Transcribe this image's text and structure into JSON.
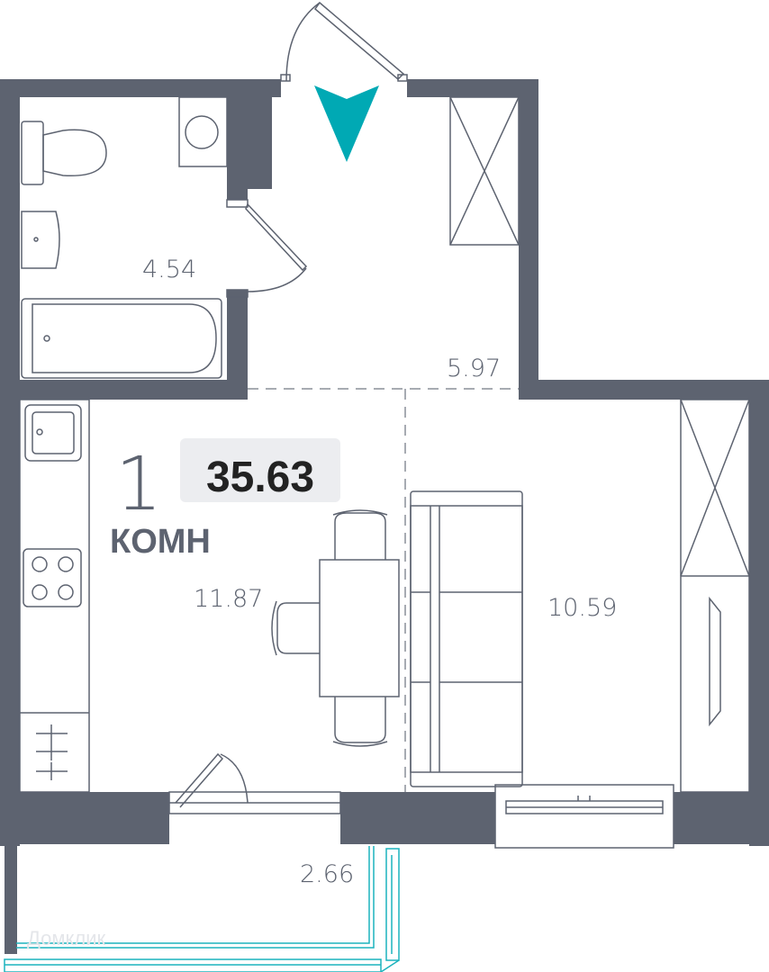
{
  "plan": {
    "rooms_count": "1",
    "rooms_label": "КОМН",
    "total_area": "35.63",
    "areas": {
      "bathroom": "4.54",
      "hallway": "5.97",
      "kitchen": "11.87",
      "living_room": "10.59",
      "balcony": "2.66"
    },
    "watermark": "Домклик",
    "colors": {
      "wall": "#5d6370",
      "accent": "#00a9b4",
      "badge": "#ecedf0"
    }
  }
}
